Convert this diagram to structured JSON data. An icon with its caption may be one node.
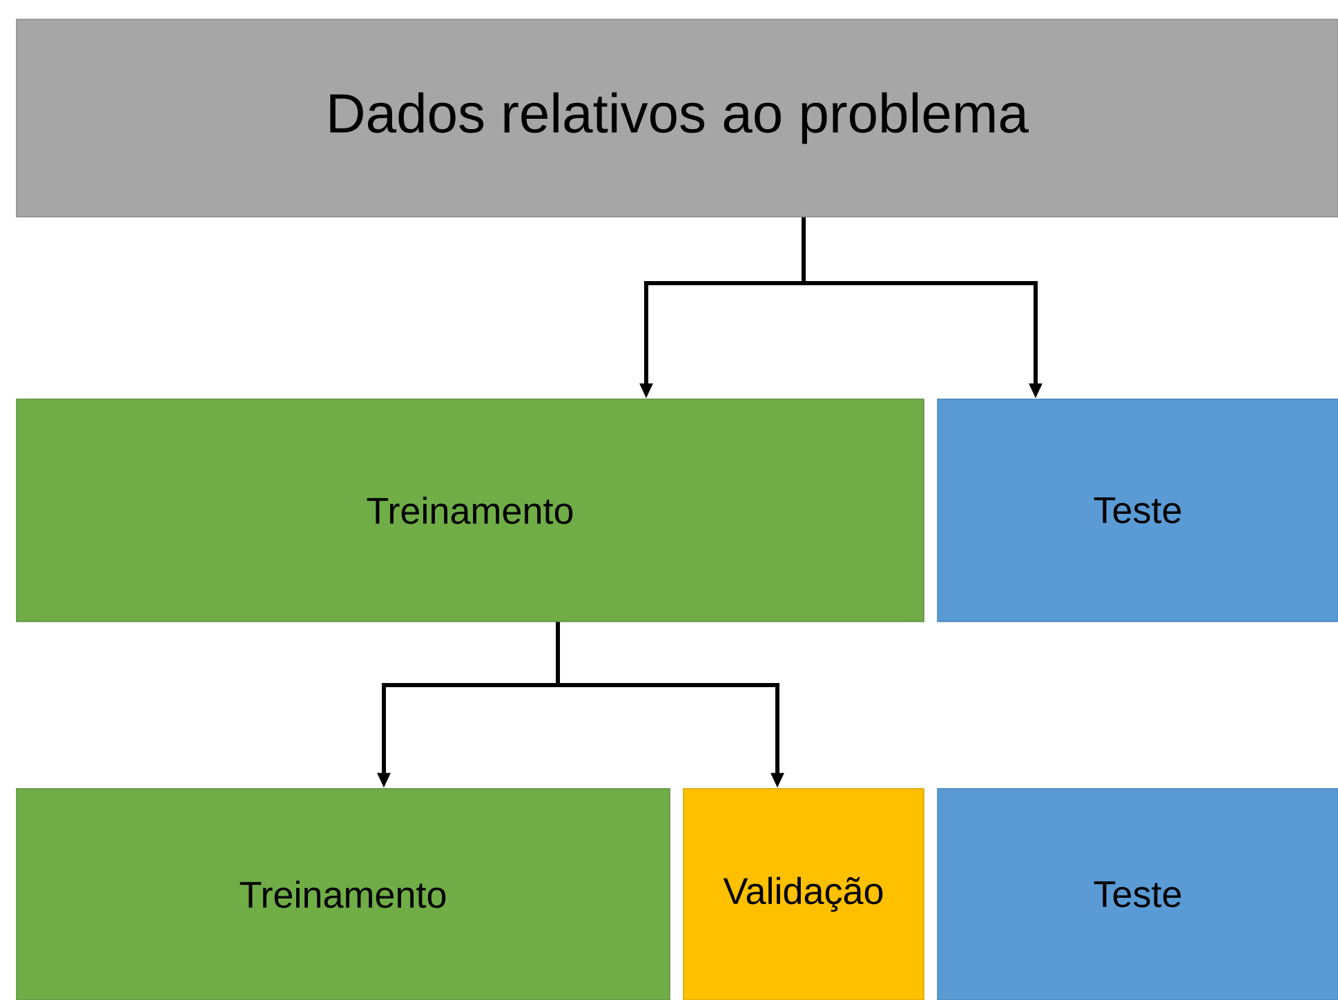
{
  "diagram": {
    "nodes": [
      {
        "text": [
          "Dados relativos ao problema"
        ]
      },
      {
        "text": [
          "Treinamento"
        ]
      },
      {
        "text": [
          "Teste"
        ]
      },
      {
        "text": [
          "Treinamento"
        ]
      },
      {
        "text": [
          "Validação"
        ]
      },
      {
        "text": [
          "Teste"
        ]
      }
    ],
    "edges": [
      {
        "from": 0,
        "to": 1,
        "arrow": "to"
      },
      {
        "from": 0,
        "to": 2,
        "arrow": "to"
      },
      {
        "from": 1,
        "to": 3,
        "arrow": "to"
      },
      {
        "from": 1,
        "to": 4,
        "arrow": "to"
      }
    ]
  }
}
